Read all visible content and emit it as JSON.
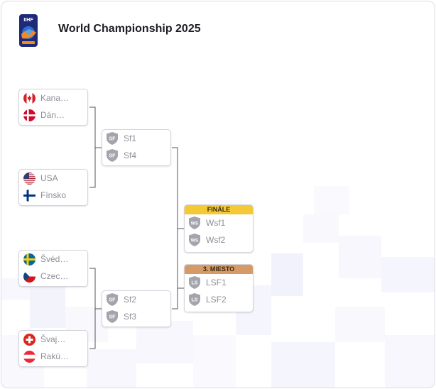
{
  "title": "World Championship 2025",
  "logo": {
    "icon": "iihf-logo-icon",
    "text": "IIHF"
  },
  "colors": {
    "final_header": "#f4c936",
    "third_header": "#d69a66",
    "line": "#444444",
    "team_text": "#8e8e98"
  },
  "quarterfinals": [
    {
      "teams": [
        {
          "name": "Kana…",
          "flag": "canada-flag-icon"
        },
        {
          "name": "Dán…",
          "flag": "denmark-flag-icon"
        }
      ]
    },
    {
      "teams": [
        {
          "name": "USA",
          "flag": "usa-flag-icon"
        },
        {
          "name": "Fínsko",
          "flag": "finland-flag-icon"
        }
      ]
    },
    {
      "teams": [
        {
          "name": "Švéd…",
          "flag": "sweden-flag-icon"
        },
        {
          "name": "Czec…",
          "flag": "czech-flag-icon"
        }
      ]
    },
    {
      "teams": [
        {
          "name": "Švaj…",
          "flag": "switzerland-flag-icon"
        },
        {
          "name": "Rakú…",
          "flag": "austria-flag-icon"
        }
      ]
    }
  ],
  "semifinals": [
    {
      "teams": [
        {
          "name": "Sf1",
          "badge": "SF"
        },
        {
          "name": "Sf4",
          "badge": "SF"
        }
      ]
    },
    {
      "teams": [
        {
          "name": "Sf2",
          "badge": "SF"
        },
        {
          "name": "Sf3",
          "badge": "SF"
        }
      ]
    }
  ],
  "final": {
    "label": "FINÁLE",
    "teams": [
      {
        "name": "Wsf1",
        "badge": "WS"
      },
      {
        "name": "Wsf2",
        "badge": "WS"
      }
    ]
  },
  "third_place": {
    "label": "3. MIESTO",
    "teams": [
      {
        "name": "LSF1",
        "badge": "LS"
      },
      {
        "name": "LSF2",
        "badge": "LS"
      }
    ]
  }
}
